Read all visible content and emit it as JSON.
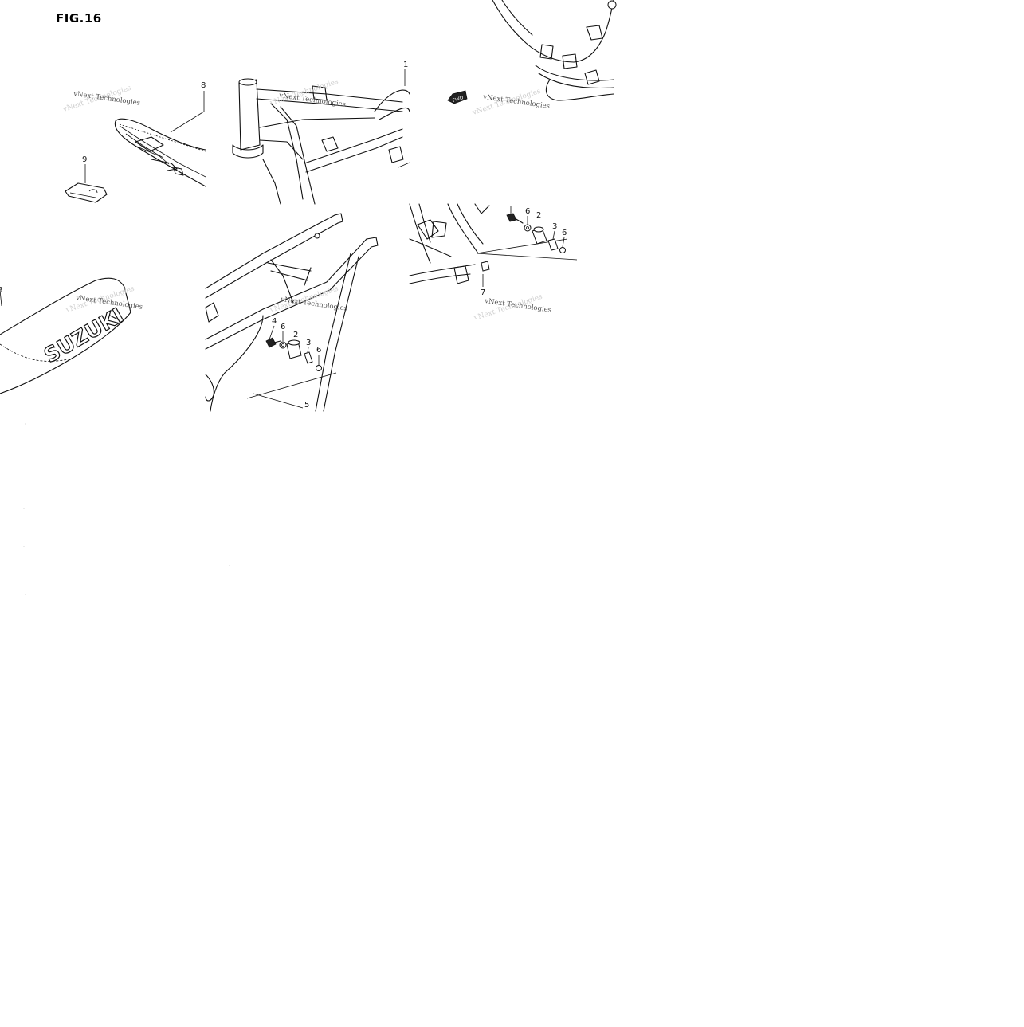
{
  "figure": {
    "title": "FIG.16"
  },
  "watermark": {
    "text": "vNext Technologies"
  },
  "callouts": [
    "1",
    "2",
    "3",
    "4",
    "5",
    "6",
    "7",
    "8",
    "9"
  ],
  "brand": {
    "seat_logo": "SUZUKI"
  },
  "arrow": {
    "label": "FWD"
  }
}
